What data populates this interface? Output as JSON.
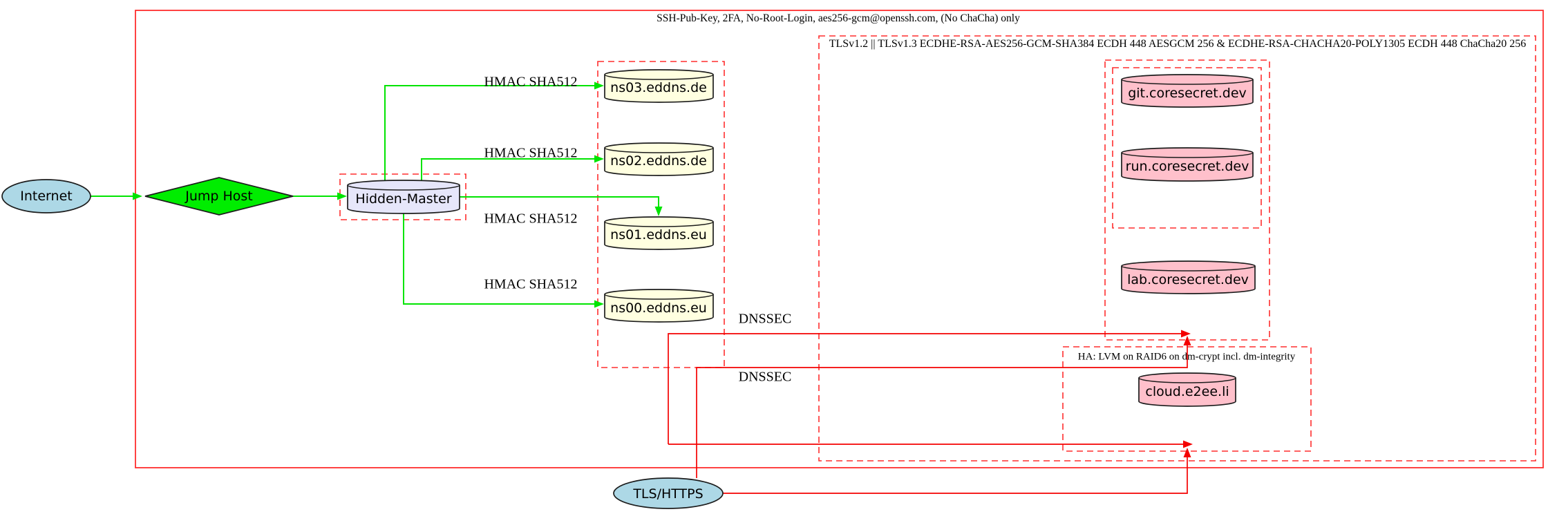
{
  "diagram": {
    "clusters": {
      "ssh_label": "SSH-Pub-Key, 2FA, No-Root-Login, aes256-gcm@openssh.com, (No ChaCha) only",
      "tls_label": "TLSv1.2 || TLSv1.3 ECDHE-RSA-AES256-GCM-SHA384 ECDH 448 AESGCM 256 & ECDHE-RSA-CHACHA20-POLY1305 ECDH 448 ChaCha20 256",
      "ha_label": "HA: LVM on RAID6 on dm-crypt incl. dm-integrity"
    },
    "nodes": {
      "internet": "Internet",
      "jump_host": "Jump Host",
      "hidden_master": "Hidden-Master",
      "ns03": "ns03.eddns.de",
      "ns02": "ns02.eddns.de",
      "ns01": "ns01.eddns.eu",
      "ns00": "ns00.eddns.eu",
      "git": "git.coresecret.dev",
      "run": "run.coresecret.dev",
      "lab": "lab.coresecret.dev",
      "cloud": "cloud.e2ee.li",
      "tls_https": "TLS/HTTPS"
    },
    "edge_labels": {
      "hmac_ns03": "HMAC SHA512",
      "hmac_ns02": "HMAC SHA512",
      "hmac_ns01": "HMAC SHA512",
      "hmac_ns00": "HMAC SHA512",
      "dnssec_1": "DNSSEC",
      "dnssec_2": "DNSSEC"
    },
    "colors": {
      "cluster_border": "#ff2d2d",
      "edge_secure_green": "#00e400",
      "edge_tls_red": "#f40000",
      "node_border": "#1c1c1c",
      "node_internet_fill": "#add8e6",
      "node_gateway_fill": "#00ed00",
      "node_master_fill": "#e6e6fa",
      "node_dns_fill": "#ffffe0",
      "node_service_fill": "#ffc0cb"
    }
  }
}
